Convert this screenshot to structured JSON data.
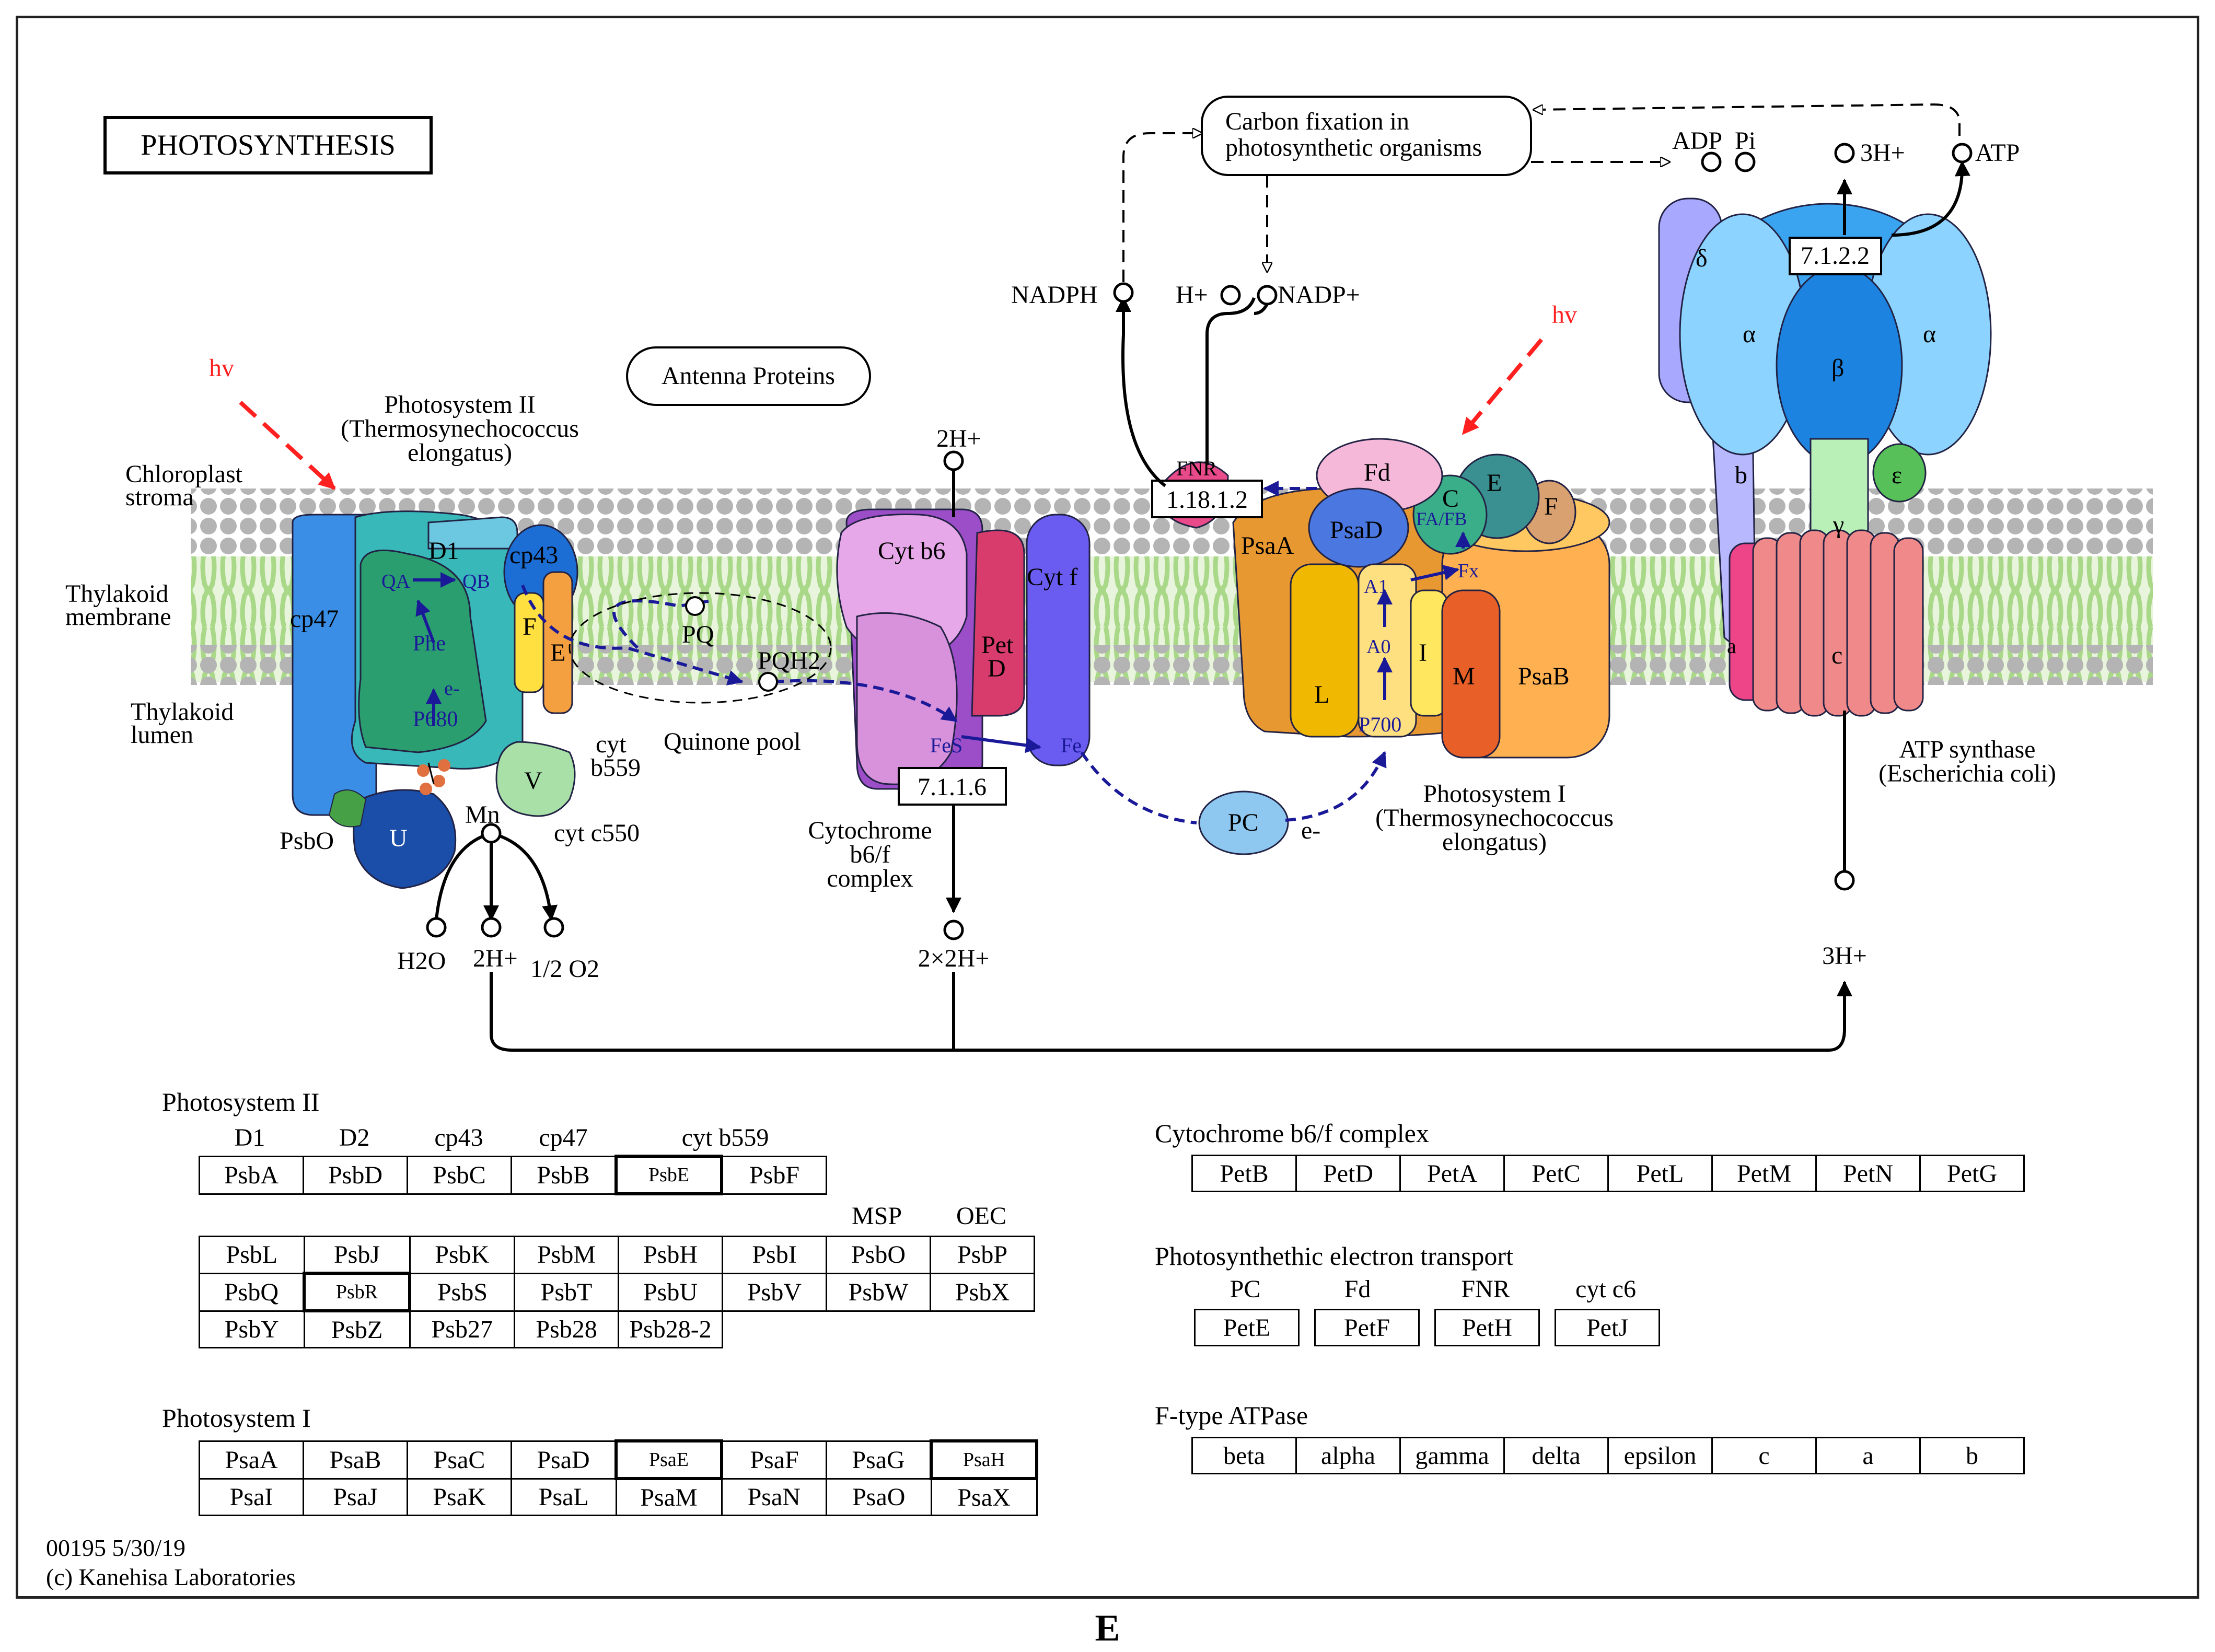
{
  "title": "PHOTOSYNTHESIS",
  "figure_letter": "E",
  "footer": {
    "id_date": "00195 5/30/19",
    "copyright": "(c) Kanehisa Laboratories"
  },
  "labels": {
    "hv_left": "hv",
    "hv_right": "hv",
    "ps2_title": "Photosystem II",
    "ps2_org": "(Thermosynechococcus",
    "ps2_org2": "elongatus)",
    "stroma": "Chloroplast",
    "stroma2": "stroma",
    "membrane": "Thylakoid",
    "membrane2": "membrane",
    "lumen": "Thylakoid",
    "lumen2": "lumen",
    "antenna": "Antenna Proteins",
    "carbon1": "Carbon fixation in",
    "carbon2": "photosynthetic organisms",
    "nadph": "NADPH",
    "hplus": "H+",
    "nadpplus": "NADP+",
    "adp": "ADP",
    "pi": "Pi",
    "h3_top": "3H+",
    "atp": "ATP",
    "ec_atp": "7.1.2.2",
    "ec_fnr": "1.18.1.2",
    "ec_cyt": "7.1.1.6",
    "fnr": "FNR",
    "two_h_top": "2H+",
    "cp47": "cp47",
    "d1": "D1",
    "cp43": "cp43",
    "qa": "QA",
    "qb": "QB",
    "phe": "Phe",
    "e_minus_ps2": "e-",
    "p680": "P680",
    "f": "F",
    "e": "E",
    "cyt_b559": "cyt",
    "cyt_b559_2": "b559",
    "v": "V",
    "cyt_c550": "cyt c550",
    "u": "U",
    "psbo": "PsbO",
    "mn": "Mn",
    "h2o": "H2O",
    "two_h_bottom": "2H+",
    "half_o2": "1/2 O2",
    "pq": "PQ",
    "pqh2": "PQH2",
    "quinone_pool": "Quinone pool",
    "cyt_b6": "Cyt b6",
    "pet_d": "Pet",
    "pet_d2": "D",
    "cyt_f": "Cyt f",
    "fes": "FeS",
    "fe": "Fe",
    "cyt_complex": "Cytochrome",
    "cyt_complex2": "b6/f",
    "cyt_complex3": "complex",
    "two_x_two_h": "2×2H+",
    "pc": "PC",
    "e_minus_pc": "e-",
    "fd": "Fd",
    "psad": "PsaD",
    "psaa": "PsaA",
    "c": "C",
    "e_ps1": "E",
    "f_ps1": "F",
    "fa_fb": "FA/FB",
    "a1": "A1",
    "fx": "Fx",
    "a0": "A0",
    "p700": "P700",
    "l": "L",
    "i": "I",
    "m": "M",
    "psab": "PsaB",
    "ps1_title": "Photosystem I",
    "ps1_org": "(Thermosynechococcus",
    "ps1_org2": "elongatus)",
    "delta": "δ",
    "alpha1": "α",
    "beta": "β",
    "alpha2": "α",
    "b": "b",
    "epsilon": "ε",
    "gamma": "γ",
    "a": "a",
    "c_ring": "c",
    "atp_synthase": "ATP synthase",
    "atp_synthase2": "(Escherichia coli)",
    "h3_bottom": "3H+"
  },
  "tables": {
    "ps2": {
      "title": "Photosystem II",
      "headers1": [
        "D1",
        "D2",
        "cp43",
        "cp47",
        "cyt b559"
      ],
      "row1": [
        "PsbA",
        "PsbD",
        "PsbC",
        "PsbB",
        "PsbE",
        "PsbF"
      ],
      "headers2": [
        "MSP",
        "OEC"
      ],
      "row2": [
        "PsbL",
        "PsbJ",
        "PsbK",
        "PsbM",
        "PsbH",
        "PsbI",
        "PsbO",
        "PsbP"
      ],
      "row3": [
        "PsbQ",
        "PsbR",
        "PsbS",
        "PsbT",
        "PsbU",
        "PsbV",
        "PsbW",
        "PsbX"
      ],
      "row4": [
        "PsbY",
        "PsbZ",
        "Psb27",
        "Psb28",
        "Psb28-2"
      ]
    },
    "ps1": {
      "title": "Photosystem I",
      "row1": [
        "PsaA",
        "PsaB",
        "PsaC",
        "PsaD",
        "PsaE",
        "PsaF",
        "PsaG",
        "PsaH"
      ],
      "row2": [
        "PsaI",
        "PsaJ",
        "PsaK",
        "PsaL",
        "PsaM",
        "PsaN",
        "PsaO",
        "PsaX"
      ]
    },
    "cyt": {
      "title": "Cytochrome b6/f complex",
      "row1": [
        "PetB",
        "PetD",
        "PetA",
        "PetC",
        "PetL",
        "PetM",
        "PetN",
        "PetG"
      ]
    },
    "pet": {
      "title": "Photosynthethic electron transport",
      "headers": [
        "PC",
        "Fd",
        "FNR",
        "cyt c6"
      ],
      "row1": [
        "PetE",
        "PetF",
        "PetH",
        "PetJ"
      ]
    },
    "atpase": {
      "title": "F-type ATPase",
      "row1": [
        "beta",
        "alpha",
        "gamma",
        "delta",
        "epsilon",
        "c",
        "a",
        "b"
      ]
    }
  },
  "colors": {
    "membrane_green": "#a8d888",
    "bead_grey": "#b4b4b4",
    "electron_arrow": "#1a1a99",
    "light_arrow": "#ff2020"
  }
}
